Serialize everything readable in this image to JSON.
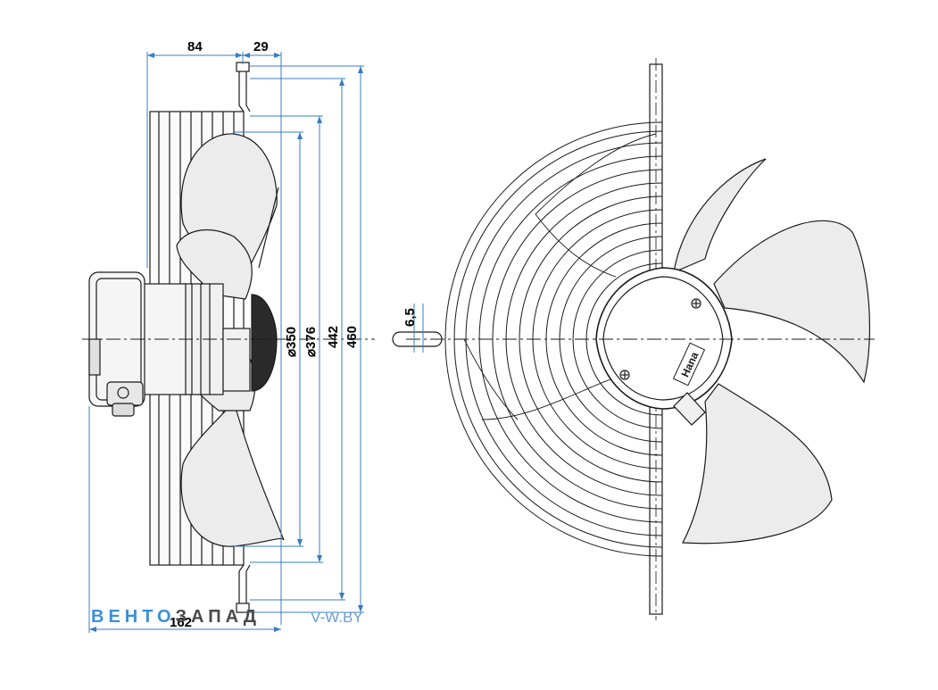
{
  "dimensions": {
    "d84": "84",
    "d29": "29",
    "d350": "⌀350",
    "d376": "⌀376",
    "d442": "442",
    "d460": "460",
    "d6_5": "6,5",
    "d162": "162"
  },
  "brand_plate": "Hana",
  "watermark": {
    "part1": "ВЕНТО",
    "part2": "ЗАПАД",
    "site": "V-W.BY"
  },
  "colors": {
    "dimension_line": "#3a7cc2",
    "outline": "#1a1a1a",
    "blade_fill": "#ececec",
    "watermark_blue": "#3b8fd6"
  }
}
